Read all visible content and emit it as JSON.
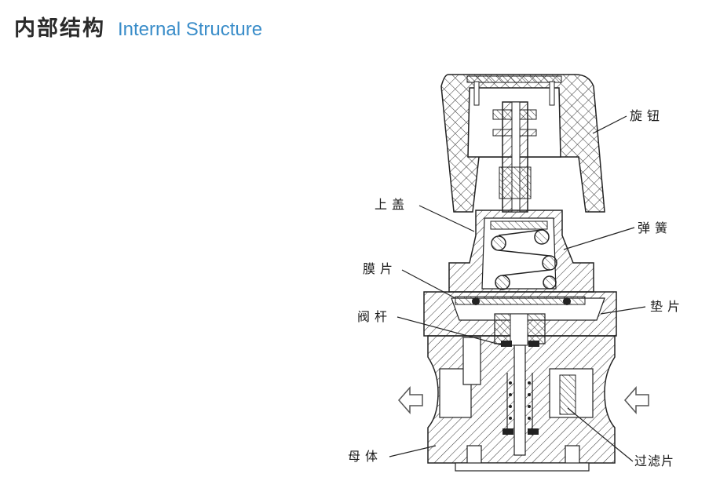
{
  "header": {
    "title_cn": "内部结构",
    "title_en": "Internal Structure",
    "accent_color": "#3a8dc9"
  },
  "labels": {
    "knob": "旋钮",
    "upper_cover": "上盖",
    "spring": "弹簧",
    "diaphragm": "膜片",
    "gasket": "垫片",
    "valve_stem": "阀杆",
    "body": "母体",
    "filter": "过滤片"
  },
  "icons": {
    "flow_out": "arrow-left-icon",
    "flow_in": "arrow-left-icon"
  }
}
